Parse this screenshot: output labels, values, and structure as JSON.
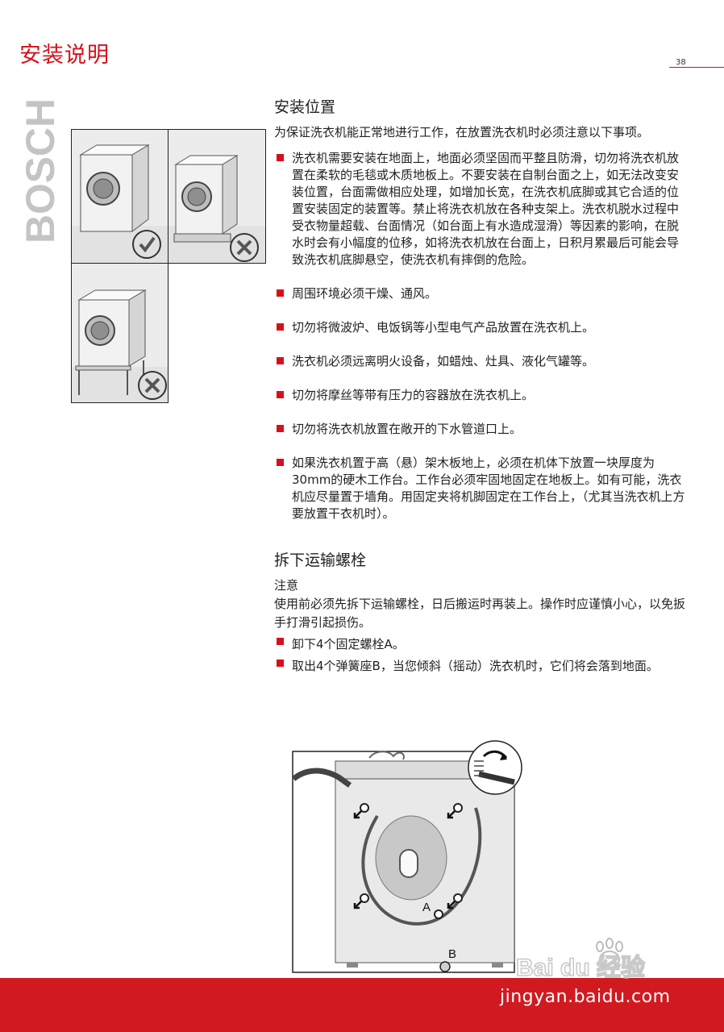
{
  "header": {
    "title": "安装说明",
    "page_number": "38"
  },
  "brand": {
    "text": "BOSCH"
  },
  "section1": {
    "title": "安装位置",
    "intro": "为保证洗衣机能正常地进行工作，在放置洗衣机时必须注意以下事项。",
    "bullets": [
      "洗衣机需要安装在地面上，地面必须坚固而平整且防滑，切勿将洗衣机放置在柔软的毛毯或木质地板上。不要安装在自制台面之上，如无法改变安装位置，台面需做相应处理，如增加长宽，在洗衣机底脚或其它合适的位置安装固定的装置等。禁止将洗衣机放在各种支架上。洗衣机脱水过程中受衣物量超载、台面情况（如台面上有水造成湿滑）等因素的影响，在脱水时会有小幅度的位移，如将洗衣机放在台面上，日积月累最后可能会导致洗衣机底脚悬空，使洗衣机有摔倒的危险。",
      "周围环境必须干燥、通风。",
      "切勿将微波炉、电饭锅等小型电气产品放置在洗衣机上。",
      "洗衣机必须远离明火设备，如蜡烛、灶具、液化气罐等。",
      "切勿将摩丝等带有压力的容器放在洗衣机上。",
      "切勿将洗衣机放置在敞开的下水管道口上。",
      "如果洗衣机置于高（悬）架木板地上，必须在机体下放置一块厚度为30mm的硬木工作台。工作台必须牢固地固定在地板上。如有可能，洗衣机应尽量置于墙角。用固定夹将机脚固定在工作台上，（尤其当洗衣机上方要放置干衣机时）。"
    ]
  },
  "section2": {
    "title": "拆下运输螺栓",
    "note_label": "注意",
    "note_text": "使用前必须先拆下运输螺栓，日后搬运时再装上。操作时应谨慎小心，以免扳手打滑引起损伤。",
    "bullets": [
      "卸下4个固定螺栓A。",
      "取出4个弹簧座B，当您倾斜（摇动）洗衣机时，它们将会落到地面。"
    ]
  },
  "figure": {
    "label_a": "A",
    "label_b": "B"
  },
  "watermark": {
    "logo": "Bai du 经验",
    "url": "jingyan.baidu.com"
  },
  "colors": {
    "accent": "#d6101a",
    "footer": "#d11a20"
  }
}
